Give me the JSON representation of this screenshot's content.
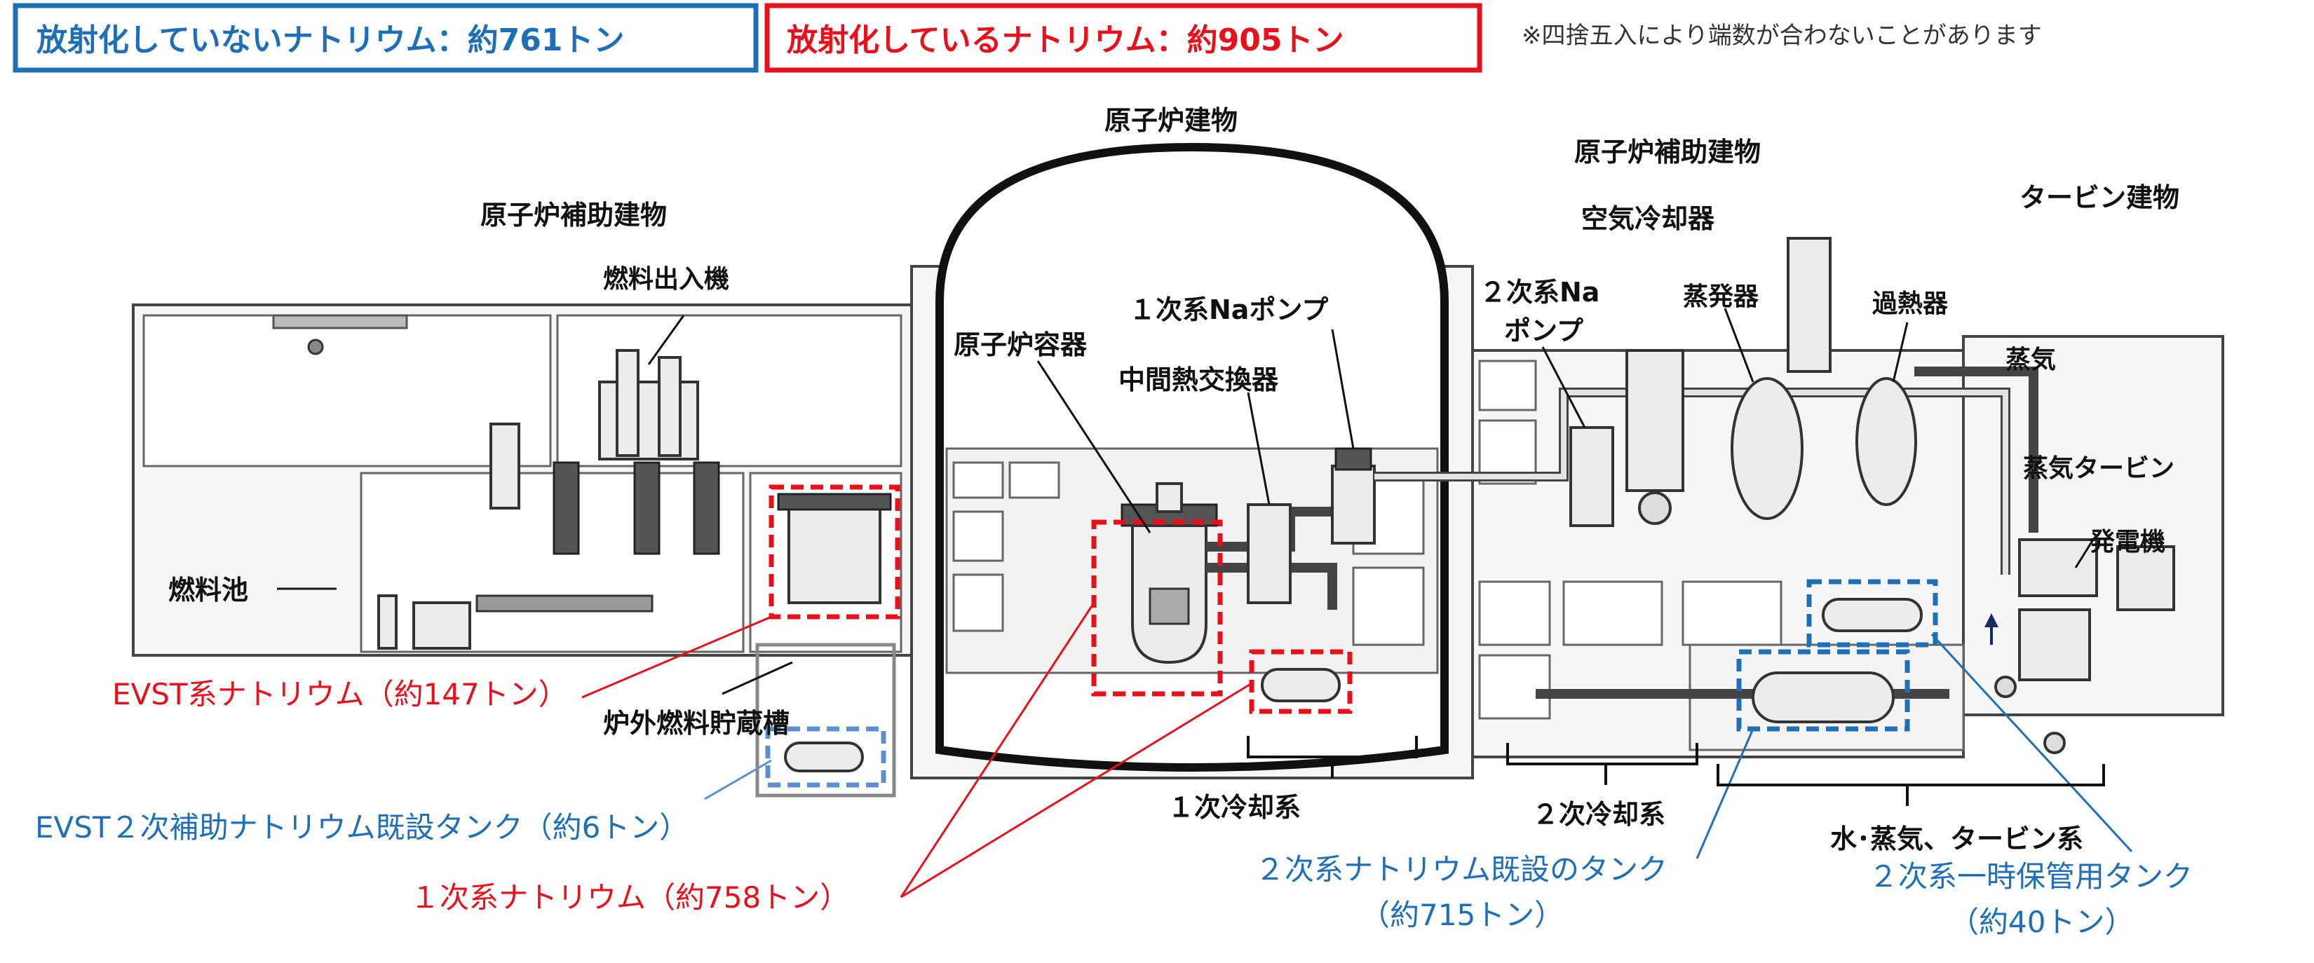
{
  "legend": {
    "non_radioactive": "放射化していないナトリウム：約761トン",
    "radioactive": "放射化しているナトリウム：約905トン",
    "note": "※四捨五入により端数が合わないことがあります"
  },
  "buildings": {
    "reactor_building": "原子炉建物",
    "aux_left": "原子炉補助建物",
    "aux_right": "原子炉補助建物",
    "turbine": "タービン建物"
  },
  "components": {
    "fuel_handling": "燃料出入機",
    "fuel_pool": "燃料池",
    "ex_vessel_storage": "炉外燃料貯蔵槽",
    "reactor_vessel": "原子炉容器",
    "primary_pump": "１次系Naポンプ",
    "ihx": "中間熱交換器",
    "secondary_pump_1": "２次系Na",
    "secondary_pump_2": "ポンプ",
    "air_cooler": "空気冷却器",
    "evaporator": "蒸発器",
    "superheater": "過熱器",
    "steam": "蒸気",
    "steam_turbine": "蒸気タービン",
    "generator": "発電機"
  },
  "systems": {
    "primary_cooling": "１次冷却系",
    "secondary_cooling": "２次冷却系",
    "water_steam": "水･蒸気、タービン系"
  },
  "callouts": {
    "evst": "EVST系ナトリウム（約147トン）",
    "evst_aux_tank": "EVST２次補助ナトリウム既設タンク（約6トン）",
    "primary_na": "１次系ナトリウム（約758トン）",
    "secondary_tank_1": "２次系ナトリウム既設のタンク",
    "secondary_tank_2": "（約715トン）",
    "temp_tank_1": "２次系一時保管用タンク",
    "temp_tank_2": "（約40トン）"
  },
  "colors": {
    "non_radioactive": "#1f6fb8",
    "radioactive": "#e8101a"
  }
}
